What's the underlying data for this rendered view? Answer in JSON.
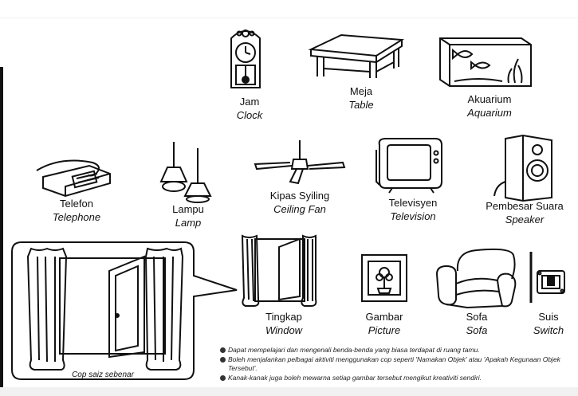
{
  "items": [
    {
      "id": "jam",
      "ms": "Jam",
      "en": "Clock"
    },
    {
      "id": "meja",
      "ms": "Meja",
      "en": "Table"
    },
    {
      "id": "akuarium",
      "ms": "Akuarium",
      "en": "Aquarium"
    },
    {
      "id": "telefon",
      "ms": "Telefon",
      "en": "Telephone"
    },
    {
      "id": "lampu",
      "ms": "Lampu",
      "en": "Lamp"
    },
    {
      "id": "kipas",
      "ms": "Kipas Syiling",
      "en": "Ceiling Fan"
    },
    {
      "id": "televisyen",
      "ms": "Televisyen",
      "en": "Television"
    },
    {
      "id": "pembesar",
      "ms": "Pembesar Suara",
      "en": "Speaker"
    },
    {
      "id": "tingkap",
      "ms": "Tingkap",
      "en": "Window"
    },
    {
      "id": "gambar",
      "ms": "Gambar",
      "en": "Picture"
    },
    {
      "id": "sofa",
      "ms": "Sofa",
      "en": "Sofa"
    },
    {
      "id": "suis",
      "ms": "Suis",
      "en": "Switch"
    }
  ],
  "callout_caption": "Cop saiz sebenar",
  "notes": [
    "Dapat mempelajari dan mengenali benda-benda yang biasa terdapat di ruang tamu.",
    "Boleh menjalankan pelbagai aktiviti menggunakan cop seperti 'Namakan Objek' atau 'Apakah Kegunaan Objek Tersebut'.",
    "Kanak-kanak juga boleh mewarna setiap gambar tersebut mengikut kreativiti sendiri."
  ]
}
